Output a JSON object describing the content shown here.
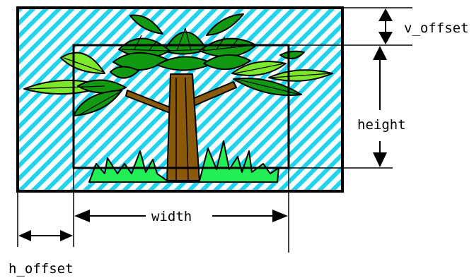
{
  "labels": {
    "v_offset": "v_offset",
    "height": "height",
    "width": "width",
    "h_offset": "h_offset"
  },
  "colors": {
    "hatch_stripe": "#22d3ee",
    "leaf_dark": "#119911",
    "leaf_light": "#7be82a",
    "grass": "#22ee55",
    "trunk": "#8a5a0a",
    "outline": "#000000"
  },
  "icons": {
    "picture": "tree-illustration"
  }
}
